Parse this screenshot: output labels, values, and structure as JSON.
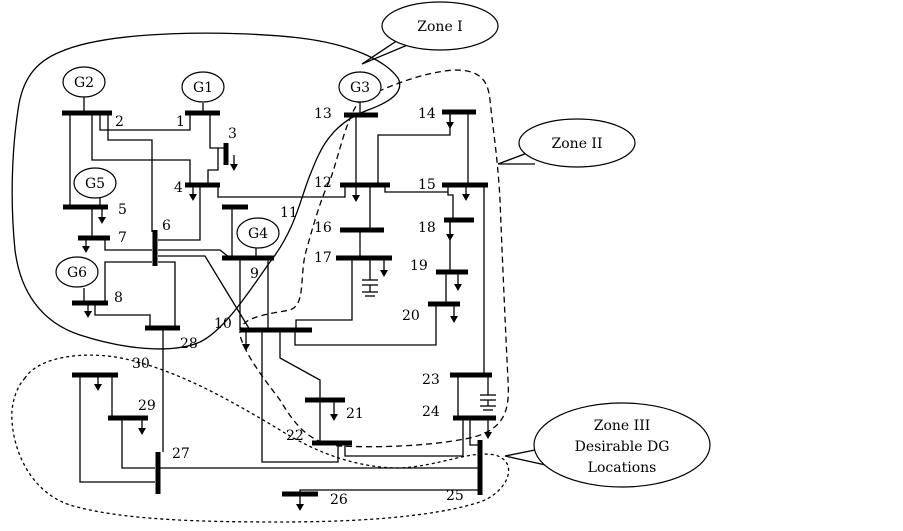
{
  "generators": [
    {
      "id": "g1",
      "label": "G1"
    },
    {
      "id": "g2",
      "label": "G2"
    },
    {
      "id": "g3",
      "label": "G3"
    },
    {
      "id": "g4",
      "label": "G4"
    },
    {
      "id": "g5",
      "label": "G5"
    },
    {
      "id": "g6",
      "label": "G6"
    }
  ],
  "buses": [
    "1",
    "2",
    "3",
    "4",
    "5",
    "6",
    "7",
    "8",
    "9",
    "10",
    "11",
    "12",
    "13",
    "14",
    "15",
    "16",
    "17",
    "18",
    "19",
    "20",
    "21",
    "22",
    "23",
    "24",
    "25",
    "26",
    "27",
    "28",
    "29",
    "30"
  ],
  "zones": {
    "zone1": {
      "label": "Zone I"
    },
    "zone2": {
      "label": "Zone II"
    },
    "zone3": {
      "line1": "Zone III",
      "line2": "Desirable DG",
      "line3": "Locations"
    }
  }
}
